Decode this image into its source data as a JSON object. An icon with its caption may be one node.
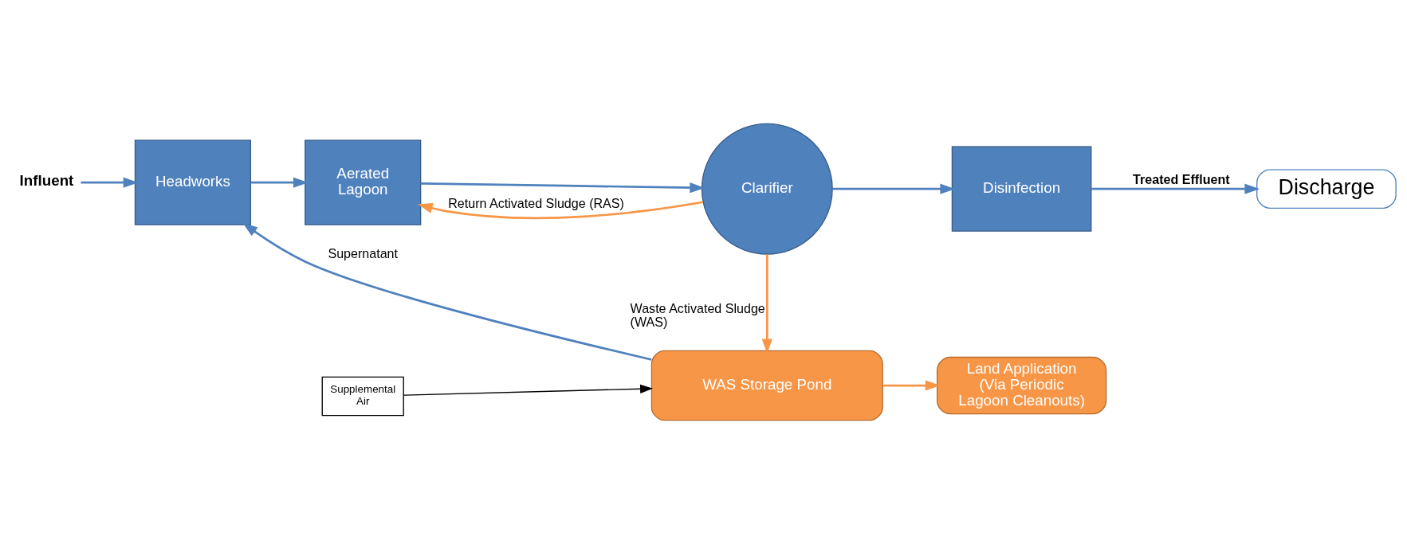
{
  "diagram": {
    "nodes": [
      {
        "text": [
          "Influent"
        ]
      },
      {
        "text": [
          "Headworks"
        ]
      },
      {
        "text": [
          "Aerated Lagoon"
        ]
      },
      {
        "text": [
          "Clarifier"
        ]
      },
      {
        "text": [
          "Disinfection"
        ]
      },
      {
        "text": [
          "Discharge"
        ]
      },
      {
        "text": [
          "Supplemental Air"
        ]
      },
      {
        "text": [
          "WAS Storage Pond"
        ]
      },
      {
        "text": [
          "Land Application (Via Periodic Lagoon Cleanouts)"
        ]
      }
    ],
    "edges": [
      {
        "from": 0,
        "to": 1,
        "arrow": "to"
      },
      {
        "from": 1,
        "to": 2,
        "arrow": "to"
      },
      {
        "from": 2,
        "to": 3,
        "arrow": "to"
      },
      {
        "from": 3,
        "to": 2,
        "arrow": "to",
        "label": "Return Activated Sludge (RAS)",
        "color": "#f79646"
      },
      {
        "from": 3,
        "to": 4,
        "arrow": "to"
      },
      {
        "from": 4,
        "to": 5,
        "arrow": "to",
        "label": "Treated Effluent"
      },
      {
        "from": 3,
        "to": 7,
        "arrow": "to",
        "label": "Waste Activated Sludge (WAS)",
        "color": "#f79646"
      },
      {
        "from": 6,
        "to": 7,
        "arrow": "to",
        "color": "#000000"
      },
      {
        "from": 7,
        "to": 8,
        "arrow": "to",
        "color": "#f79646"
      },
      {
        "from": 7,
        "to": 1,
        "arrow": "to",
        "label": "Supernatant"
      }
    ]
  }
}
